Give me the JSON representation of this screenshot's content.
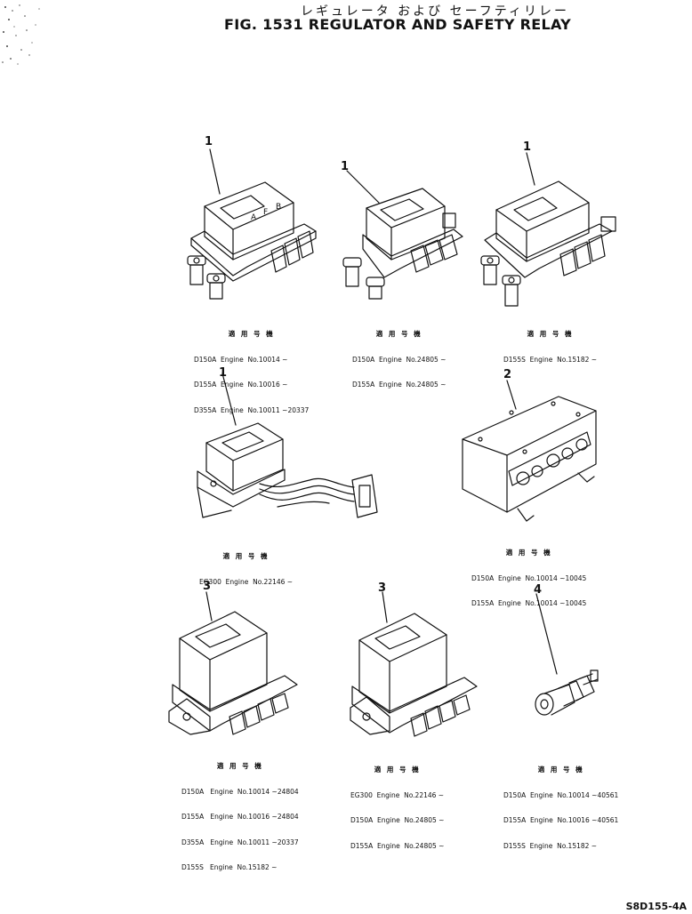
{
  "figure": {
    "title_jp": "レギュレータ および セーフティリレー",
    "title": "FIG. 1531  REGULATOR AND SAFETY RELAY",
    "drawing_code": "S8D155-4A"
  },
  "components": [
    {
      "callout": "1",
      "applicability_header": "適 用 号 機",
      "applicability": [
        "D150A  Engine  No.10014 ~",
        "D155A  Engine  No.10016 ~",
        "D355A  Engine  No.10011 ~20337"
      ]
    },
    {
      "callout": "1",
      "applicability_header": "適 用 号 機",
      "applicability": [
        "D150A  Engine  No.24805 ~",
        "D155A  Engine  No.24805 ~"
      ]
    },
    {
      "callout": "1",
      "applicability_header": "適 用 号 機",
      "applicability": [
        "D155S  Engine  No.15182 ~"
      ]
    },
    {
      "callout": "1",
      "applicability_header": "適 用 号 機",
      "applicability": [
        "EG300  Engine  No.22146 ~"
      ]
    },
    {
      "callout": "2",
      "applicability_header": "適 用 号 機",
      "applicability": [
        "D150A  Engine  No.10014 ~10045",
        "D155A  Engine  No.10014 ~10045"
      ]
    },
    {
      "callout": "3",
      "applicability_header": "適 用 号 機",
      "applicability": [
        "D150A   Engine  No.10014 ~24804",
        "D155A   Engine  No.10016 ~24804",
        "D355A   Engine  No.10011 ~20337",
        "D155S   Engine  No.15182 ~"
      ]
    },
    {
      "callout": "3",
      "applicability_header": "適 用 号 機",
      "applicability": [
        "EG300  Engine  No.22146 ~",
        "D150A  Engine  No.24805 ~",
        "D155A  Engine  No.24805 ~"
      ]
    },
    {
      "callout": "4",
      "applicability_header": "適 用 号 機",
      "applicability": [
        "D150A  Engine  No.10014 ~40561",
        "D155A  Engine  No.10016 ~40561",
        "D155S  Engine  No.15182 ~"
      ]
    }
  ],
  "relay_markings": [
    "A",
    "F",
    "B"
  ]
}
